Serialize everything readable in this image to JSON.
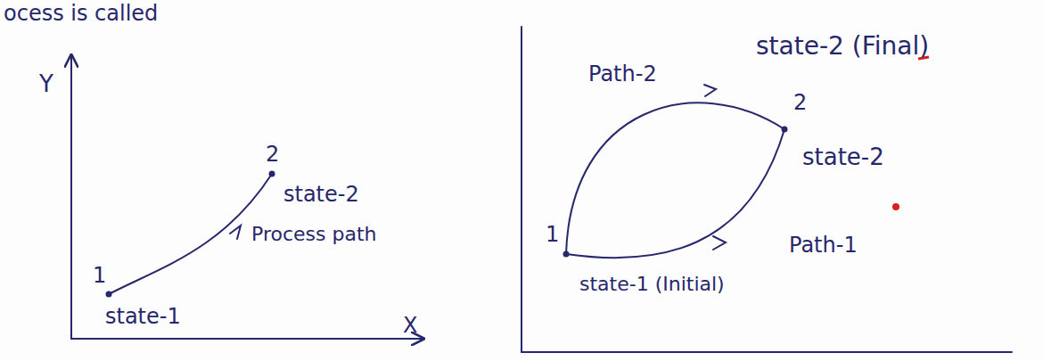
{
  "diagram": {
    "labels": [
      "ocess is called",
      "Y",
      "2",
      "state-2",
      "1",
      "Process path",
      "state-1",
      "X",
      "state-2 (Final)",
      "2",
      "Path-2",
      "state-2",
      "Path-1",
      "1",
      "state-1 (Initial)"
    ]
  }
}
